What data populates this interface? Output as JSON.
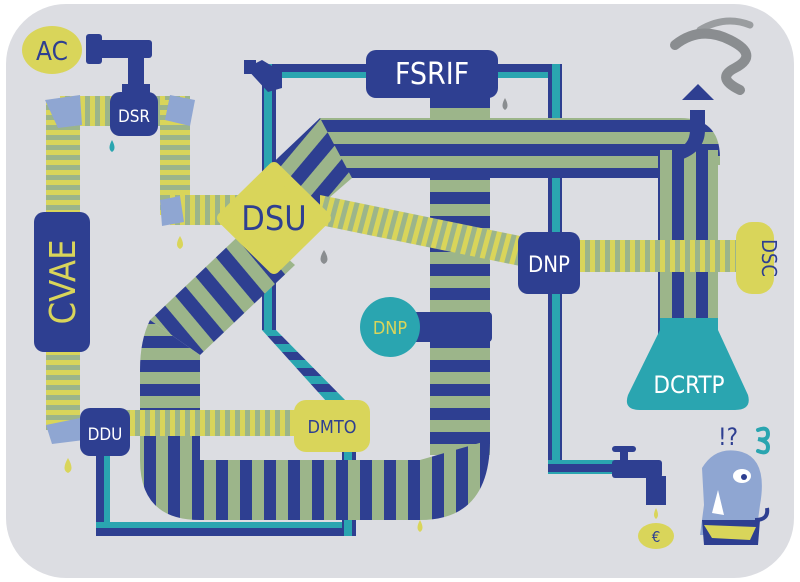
{
  "labels": {
    "ac": "AC",
    "dsr": "DSR",
    "cvae": "CVAE",
    "ddu": "DDU",
    "dsu": "DSU",
    "fsrif": "FSRIF",
    "dnp_junction": "DNP",
    "dnp_pump": "DNP",
    "dsc": "DSC",
    "dcrtp": "DCRTP",
    "dmto": "DMTO",
    "question_marks": "!?",
    "euro_symbol": "€"
  },
  "colors": {
    "background": "#dcdde2",
    "navy": "#2e3f91",
    "teal": "#2aa5b0",
    "yellow": "#d9d55a",
    "sage": "#9cb58a",
    "lightblue": "#8fa6d2",
    "smoke": "#8a8d90"
  },
  "icons": [
    "faucet-icon",
    "steam-smoke-icon",
    "character-icon",
    "euro-coin-icon",
    "drop-icon",
    "valve-icon"
  ]
}
